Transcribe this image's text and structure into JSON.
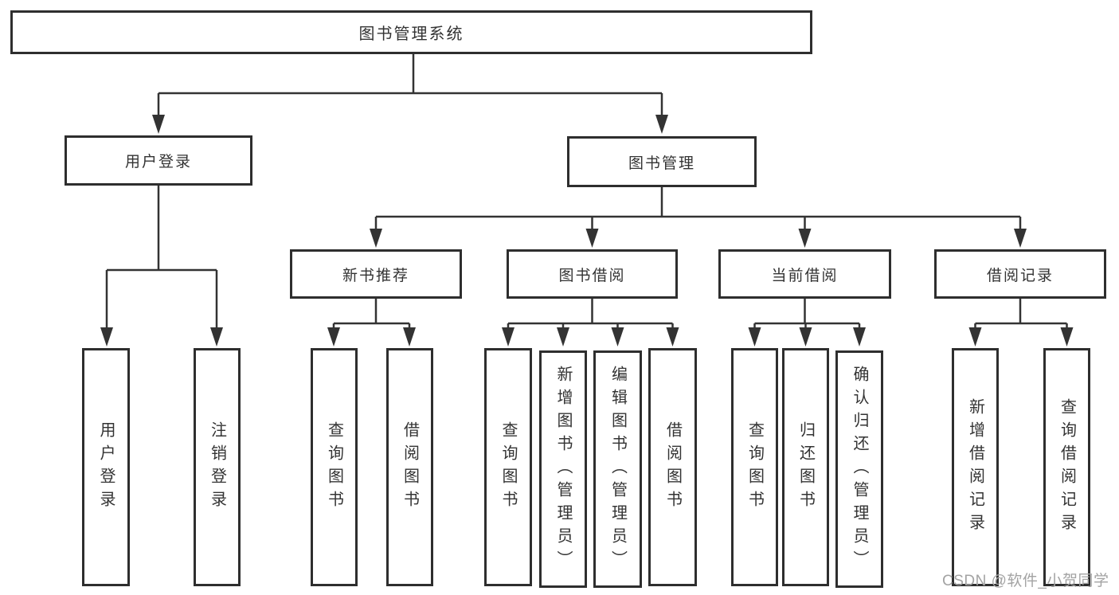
{
  "diagram": {
    "root": {
      "label": "图书管理系统"
    },
    "level2": [
      {
        "label": "用户登录"
      },
      {
        "label": "图书管理"
      }
    ],
    "level3": [
      {
        "label": "新书推荐"
      },
      {
        "label": "图书借阅"
      },
      {
        "label": "当前借阅"
      },
      {
        "label": "借阅记录"
      }
    ],
    "user_login_children": [
      "用户登录",
      "注销登录"
    ],
    "new_book_children": [
      "查询图书",
      "借阅图书"
    ],
    "book_borrow_children": [
      "查询图书",
      "新增图书（管理员）",
      "编辑图书（管理员）",
      "借阅图书"
    ],
    "current_borrow_children": [
      "查询图书",
      "归还图书",
      "确认归还（管理员）"
    ],
    "borrow_record_children": [
      "新增借阅记录",
      "查询借阅记录"
    ]
  },
  "watermark": {
    "text": "CSDN @软件_小贺同学"
  },
  "colors": {
    "line_color": "#333333",
    "border_color": "#2e2e2e",
    "text_color": "#333333",
    "watermark_color": "#a3a3a3"
  }
}
